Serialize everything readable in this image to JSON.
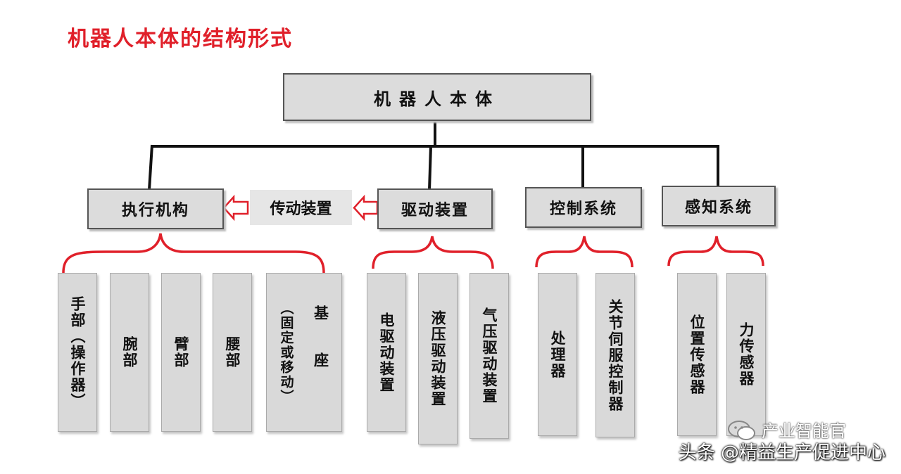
{
  "title": "机器人本体的结构形式",
  "root": "机器人本体",
  "level2": [
    "执行机构",
    "传动装置",
    "驱动装置",
    "控制系统",
    "感知系统"
  ],
  "executor_parts": [
    "手部（操作器）",
    "腕部",
    "臂部",
    "腰部"
  ],
  "base": {
    "main": "基座",
    "note": "（固定或移动）"
  },
  "drive_parts": [
    "电驱动装置",
    "液压驱动装置",
    "气压驱动装置"
  ],
  "control_parts": [
    "处理器",
    "关节伺服控制器"
  ],
  "sense_parts": [
    "位置传感器",
    "力传感器"
  ],
  "watermark": "头条 @精益生产促进中心",
  "brand": "产业智能官",
  "colors": {
    "title": "#e0202a",
    "brace": "#e0202a",
    "arrow": "#e0202a"
  }
}
